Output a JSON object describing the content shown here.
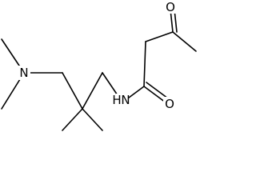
{
  "molecule": {
    "atoms": {
      "n_amine": "N",
      "n_amide": "N",
      "h_amide": "H",
      "o_ketone": "O",
      "o_amide": "O"
    }
  },
  "colors": {
    "bond": "#000000",
    "background": "#ffffff"
  }
}
